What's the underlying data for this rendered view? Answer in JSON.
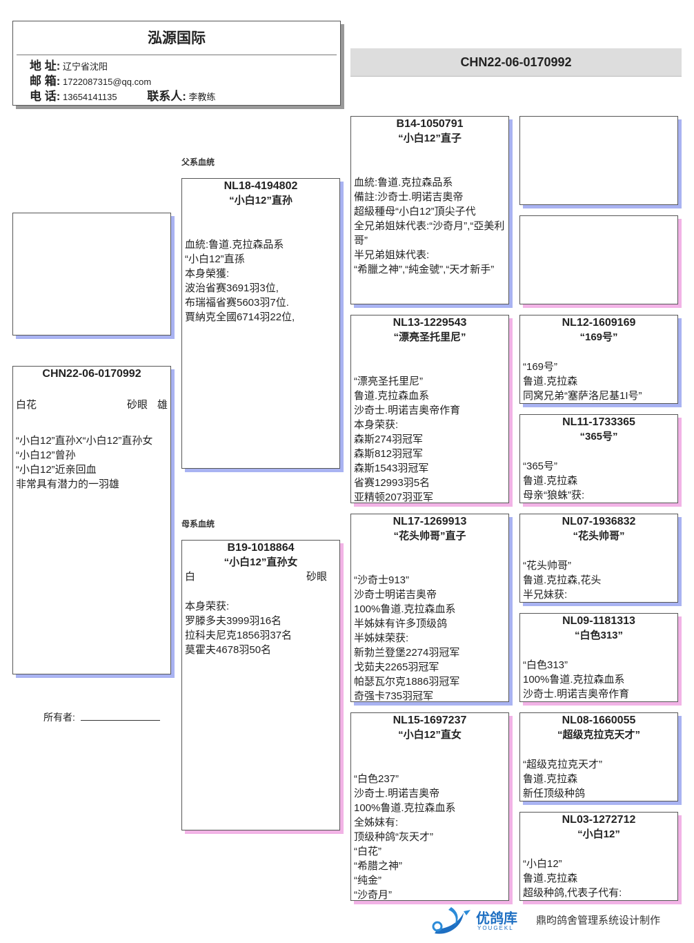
{
  "header": {
    "title": "泓源国际",
    "address_label": "地 址:",
    "address": "辽宁省沈阳",
    "email_label": "邮 箱:",
    "email": "1722087315@qq.com",
    "phone_label": "电 话:",
    "phone": "13654141135",
    "contact_label": "联系人:",
    "contact": "李教练"
  },
  "banner": "CHN22-06-0170992",
  "subject": {
    "id": "CHN22-06-0170992",
    "color": "白花",
    "eye": "砂眼",
    "sex": "雄",
    "lines": [
      "“小白12”直孙X“小白12”直孙女",
      "“小白12”曾孙",
      "“小白12”近亲回血",
      "非常具有潜力的一羽雄"
    ]
  },
  "owner_label": "所有者:",
  "sire_label": "父系血统",
  "dam_label": "母系血统",
  "sire": {
    "id": "NL18-4194802",
    "name": "“小白12”直孙",
    "lines": [
      "血統:鲁道.克拉森品系",
      "“小白12”直孫",
      "本身榮獲:",
      "波治省赛3691羽3位,",
      "布瑞福省赛5603羽7位.",
      "賈納克全國6714羽22位,"
    ]
  },
  "dam": {
    "id": "B19-1018864",
    "name": "“小白12”直孙女",
    "color": "白",
    "eye": "砂眼",
    "lines": [
      "本身荣获:",
      "罗滕多夫3999羽16名",
      "拉科夫尼克1856羽37名",
      "莫霍夫4678羽50名"
    ]
  },
  "gen3": [
    {
      "id": "B14-1050791",
      "name": "“小白12”直子",
      "lines": [
        "血統:鲁道.克拉森品系",
        "備註:沙奇士.明诺吉奧帝",
        "超級種母“小白12”頂尖子代",
        "全兄弟姐妹代表:“沙奇月”,“亞美利哥”",
        "半兄弟姐妹代表:",
        "“希臘之神”,“純金號”,“天才新手”"
      ]
    },
    {
      "id": "NL13-1229543",
      "name": "“漂亮圣托里尼”",
      "lines": [
        "“漂亮圣托里尼”",
        "鲁道.克拉森血系",
        "沙奇士.明诺吉奥帝作育",
        "本身荣获:",
        "森斯274羽冠军",
        "森斯812羽冠军",
        "森斯1543羽冠军",
        "省赛12993羽5名",
        "亚精顿207羽亚军"
      ]
    },
    {
      "id": "NL17-1269913",
      "name": "“花头帅哥”直子",
      "lines": [
        "“沙奇士913”",
        "沙奇士明诺吉奥帝",
        "100%鲁道.克拉森血系",
        "半姊妹有许多顶级鸽",
        "半姊妹荣获:",
        "新勃兰登堡2274羽冠军",
        "戈茹夫2265羽冠军",
        "帕瑟瓦尔克1886羽冠军",
        "奇强卡735羽冠军"
      ]
    },
    {
      "id": "NL15-1697237",
      "name": "“小白12”直女",
      "lines": [
        "“白色237”",
        "沙奇士.明诺吉奥帝",
        "100%鲁道.克拉森血系",
        "全姊妹有:",
        "顶级种鸽“灰天才”",
        "“白花”",
        "“希腊之神”",
        "“纯金”",
        "“沙奇月”"
      ]
    }
  ],
  "gen4": [
    {
      "id": "",
      "name": "",
      "lines": []
    },
    {
      "id": "",
      "name": "",
      "lines": []
    },
    {
      "id": "NL12-1609169",
      "name": "“169号”",
      "lines": [
        "“169号”",
        "鲁道.克拉森",
        "同窝兄弟“塞萨洛尼基1I号”"
      ]
    },
    {
      "id": "NL11-1733365",
      "name": "“365号”",
      "lines": [
        "“365号”",
        "鲁道.克拉森",
        "母亲“狼蛛”获:"
      ]
    },
    {
      "id": "NL07-1936832",
      "name": "“花头帅哥”",
      "lines": [
        "“花头帅哥”",
        "鲁道.克拉森,花头",
        "半兄妹获:"
      ]
    },
    {
      "id": "NL09-1181313",
      "name": "“白色313”",
      "lines": [
        "“白色313”",
        "100%鲁道.克拉森血系",
        "沙奇士.明诺吉奥帝作育"
      ]
    },
    {
      "id": "NL08-1660055",
      "name": "“超级克拉克天才”",
      "lines": [
        "“超级克拉克天才”",
        "鲁道.克拉森",
        "新任顶级种鸽"
      ]
    },
    {
      "id": "NL03-1272712",
      "name": "“小白12”",
      "lines": [
        "“小白12”",
        "鲁道.克拉森",
        "超级种鸽,代表子代有:"
      ]
    }
  ],
  "footer": {
    "logo_cn": "优鸽库",
    "logo_en": "YOUGEKL",
    "credit": "鼎昀鸽舍管理系统设计制作"
  },
  "colors": {
    "male_shadow": "#a9b3f2",
    "female_shadow": "#f2b3e6",
    "banner_bg": "#dddddd"
  }
}
